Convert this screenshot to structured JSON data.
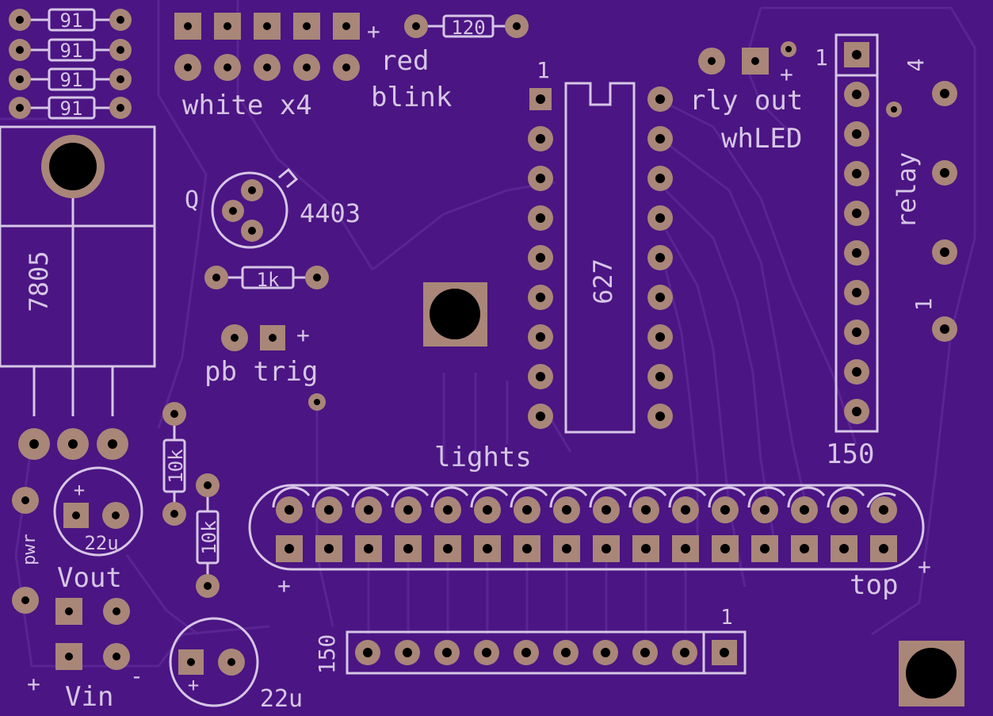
{
  "colors": {
    "board": "#4b1583",
    "trace": "#5a2493",
    "silk": "#d6c6e6",
    "pad": "#a98678",
    "drill": "#000000"
  },
  "labels": {
    "res_91": "91",
    "res_120": "120",
    "res_1k": "1k",
    "res_10k": "10k",
    "plus": "+",
    "minus": "-",
    "one": "1",
    "four": "4",
    "white_x4": "white x4",
    "red": "red",
    "blink": "blink",
    "rly_out": "rly out",
    "whled": "whLED",
    "relay": "relay",
    "q": "Q",
    "q_part": "4403",
    "regulator": "7805",
    "ic": "627",
    "pb_trig": "pb trig",
    "lights": "lights",
    "top": "top",
    "pwr": "pwr",
    "vout": "Vout",
    "vin": "Vin",
    "cap_22u": "22u",
    "header_150": "150"
  }
}
